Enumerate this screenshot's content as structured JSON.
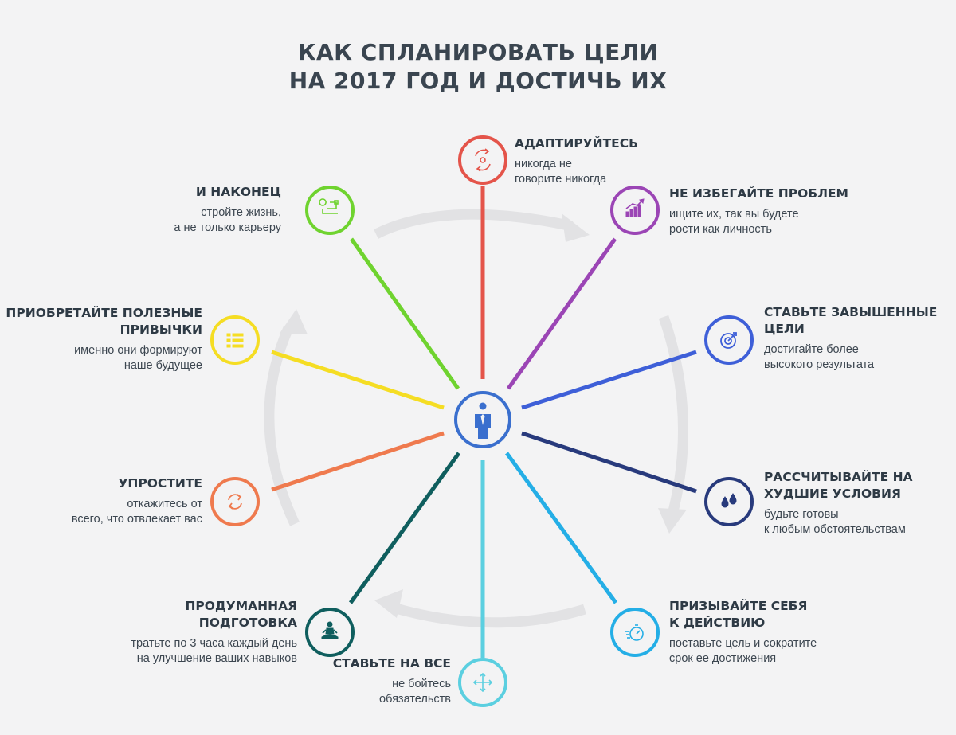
{
  "title": {
    "line1": "КАК СПЛАНИРОВАТЬ ЦЕЛИ",
    "line2": "НА 2017 ГОД И ДОСТИЧЬ ИХ"
  },
  "colors": {
    "background": "#f3f3f4",
    "arrows": "#e2e2e4",
    "center": "#3a6fce",
    "adapt": "#e4544a",
    "problems": "#9b45b5",
    "high_goals": "#3e5fd8",
    "worst": "#283a7c",
    "action": "#24aee6",
    "all_in": "#5bcfe0",
    "preparation": "#0f5e5e",
    "simplify": "#ef7a4e",
    "habits": "#f5dd23",
    "finally": "#6fd32f"
  },
  "items": [
    {
      "key": "adapt",
      "icon": "circular-arrows-icon",
      "title_lines": [
        "АДАПТИРУЙТЕСЬ"
      ],
      "desc_lines": [
        "никогда не",
        "говорите никогда"
      ]
    },
    {
      "key": "problems",
      "icon": "growth-chart-icon",
      "title_lines": [
        "НЕ ИЗБЕГАЙТЕ ПРОБЛЕМ"
      ],
      "desc_lines": [
        "ищите их, так вы будете",
        "рости как личность"
      ]
    },
    {
      "key": "high_goals",
      "icon": "target-icon",
      "title_lines": [
        "СТАВЬТЕ ЗАВЫШЕННЫЕ",
        "ЦЕЛИ"
      ],
      "desc_lines": [
        "достигайте более",
        "высокого результата"
      ]
    },
    {
      "key": "worst",
      "icon": "drops-icon",
      "title_lines": [
        "РАССЧИТЫВАЙТЕ НА",
        "ХУДШИЕ УСЛОВИЯ"
      ],
      "desc_lines": [
        "будьте готовы",
        "к любым обстоятельствам"
      ]
    },
    {
      "key": "action",
      "icon": "stopwatch-icon",
      "title_lines": [
        "ПРИЗЫВАЙТЕ СЕБЯ",
        "К ДЕЙСТВИЮ"
      ],
      "desc_lines": [
        "поставьте цель и сократите",
        "срок ее достижения"
      ]
    },
    {
      "key": "all_in",
      "icon": "move-arrows-icon",
      "title_lines": [
        "СТАВЬТЕ НА ВСЕ"
      ],
      "desc_lines": [
        "не бойтесь",
        "обязательств"
      ]
    },
    {
      "key": "preparation",
      "icon": "meditation-icon",
      "title_lines": [
        "ПРОДУМАННАЯ",
        "ПОДГОТОВКА"
      ],
      "desc_lines": [
        "тратьте по 3 часа каждый день",
        "на улучшение ваших навыков"
      ]
    },
    {
      "key": "simplify",
      "icon": "refresh-icon",
      "title_lines": [
        "УПРОСТИТЕ"
      ],
      "desc_lines": [
        "откажитесь от",
        "всего, что отвлекает вас"
      ]
    },
    {
      "key": "habits",
      "icon": "list-icon",
      "title_lines": [
        "ПРИОБРЕТАЙТЕ ПОЛЕЗНЫЕ",
        "ПРИВЫЧКИ"
      ],
      "desc_lines": [
        "именно они формируют",
        "наше будущее"
      ]
    },
    {
      "key": "finally",
      "icon": "route-icon",
      "title_lines": [
        "И НАКОНЕЦ"
      ],
      "desc_lines": [
        "стройте жизнь,",
        "а не только карьеру"
      ]
    }
  ]
}
